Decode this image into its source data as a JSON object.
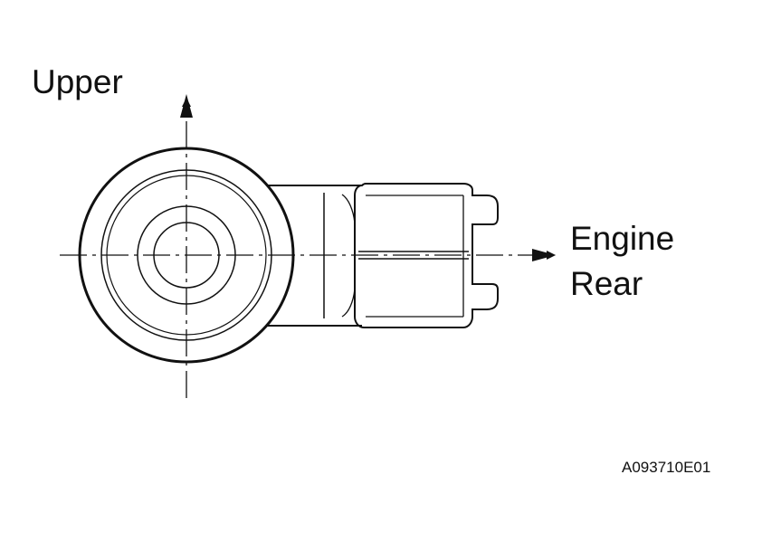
{
  "labels": {
    "vertical_axis": "Upper",
    "horizontal_axis_line1": "Engine",
    "horizontal_axis_line2": "Rear",
    "figure_code": "A093710E01"
  }
}
